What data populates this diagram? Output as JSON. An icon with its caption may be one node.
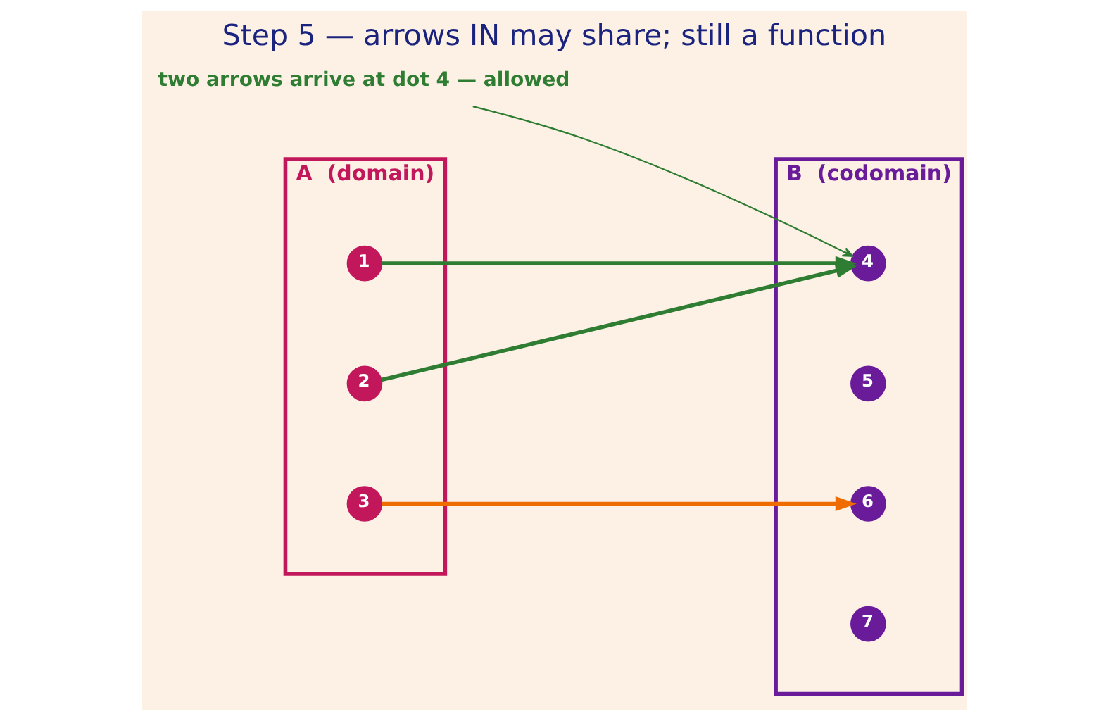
{
  "diagram": {
    "title": "Step 5 — arrows IN may share; still a function",
    "nodes": [
      {
        "text": [
          "A  (domain)"
        ]
      },
      {
        "text": [
          "1"
        ],
        "in": 0
      },
      {
        "text": [
          "2"
        ],
        "in": 0
      },
      {
        "text": [
          "3"
        ],
        "in": 0
      },
      {
        "text": [
          "B  (codomain)"
        ]
      },
      {
        "text": [
          "4"
        ],
        "in": 4
      },
      {
        "text": [
          "5"
        ],
        "in": 4
      },
      {
        "text": [
          "6"
        ],
        "in": 4
      },
      {
        "text": [
          "7"
        ],
        "in": 4
      },
      {
        "text": [
          "two arrows arrive at dot 4 — allowed"
        ]
      }
    ],
    "edges": [
      {
        "from": 1,
        "to": 5,
        "arrow": "to"
      },
      {
        "from": 2,
        "to": 5,
        "arrow": "to"
      },
      {
        "from": 3,
        "to": 7,
        "arrow": "to",
        "color": "#ef6c00"
      },
      {
        "from": 9,
        "to": 5,
        "arrow": "to"
      }
    ]
  }
}
